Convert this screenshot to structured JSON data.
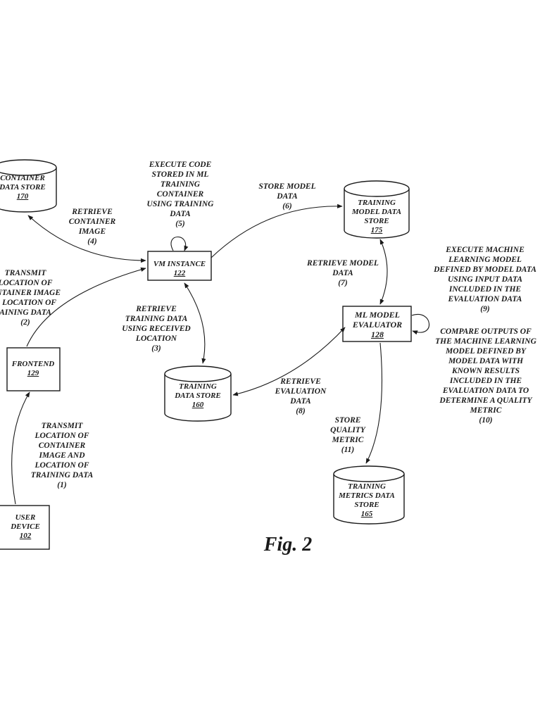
{
  "figure_label": "Fig. 2",
  "nodes": {
    "container_store": {
      "lines": [
        "CONTAINER",
        "DATA STORE"
      ],
      "ref": "170"
    },
    "vm_instance": {
      "lines": [
        "VM INSTANCE"
      ],
      "ref": "122"
    },
    "training_model_store": {
      "lines": [
        "TRAINING",
        "MODEL DATA",
        "STORE"
      ],
      "ref": "175"
    },
    "ml_evaluator": {
      "lines": [
        "ML MODEL",
        "EVALUATOR"
      ],
      "ref": "128"
    },
    "frontend": {
      "lines": [
        "FRONTEND"
      ],
      "ref": "129"
    },
    "training_data_store": {
      "lines": [
        "TRAINING",
        "DATA STORE"
      ],
      "ref": "160"
    },
    "metrics_store": {
      "lines": [
        "TRAINING",
        "METRICS DATA",
        "STORE"
      ],
      "ref": "165"
    },
    "user_device": {
      "lines": [
        "USER",
        "DEVICE"
      ],
      "ref": "102"
    }
  },
  "labels": {
    "step5": [
      "EXECUTE CODE",
      "STORED IN ML",
      "TRAINING",
      "CONTAINER",
      "USING TRAINING",
      "DATA",
      "(5)"
    ],
    "step4": [
      "RETRIEVE",
      "CONTAINER",
      "IMAGE",
      "(4)"
    ],
    "step6": [
      "STORE MODEL",
      "DATA",
      "(6)"
    ],
    "step2": [
      "TRANSMIT",
      "LOCATION OF",
      "ONTAINER IMAGE",
      "D LOCATION OF",
      "AINING DATA",
      "(2)"
    ],
    "step7": [
      "RETRIEVE MODEL",
      "DATA",
      "(7)"
    ],
    "step9": [
      "EXECUTE MACHINE",
      "LEARNING MODEL",
      "DEFINED BY MODEL DATA",
      "USING INPUT DATA",
      "INCLUDED IN THE",
      "EVALUATION DATA",
      "(9)"
    ],
    "step3": [
      "RETRIEVE",
      "TRAINING DATA",
      "USING RECEIVED",
      "LOCATION",
      "(3)"
    ],
    "step10": [
      "COMPARE OUTPUTS OF",
      "THE MACHINE LEARNING",
      "MODEL DEFINED BY",
      "MODEL DATA WITH",
      "KNOWN RESULTS",
      "INCLUDED IN THE",
      "EVALUATION DATA TO",
      "DETERMINE A QUALITY",
      "METRIC",
      "(10)"
    ],
    "step8": [
      "RETRIEVE",
      "EVALUATION",
      "DATA",
      "(8)"
    ],
    "step11": [
      "STORE",
      "QUALITY",
      "METRIC",
      "(11)"
    ],
    "step1": [
      "TRANSMIT",
      "LOCATION OF",
      "CONTAINER",
      "IMAGE AND",
      "LOCATION OF",
      "TRAINING DATA",
      "(1)"
    ]
  }
}
